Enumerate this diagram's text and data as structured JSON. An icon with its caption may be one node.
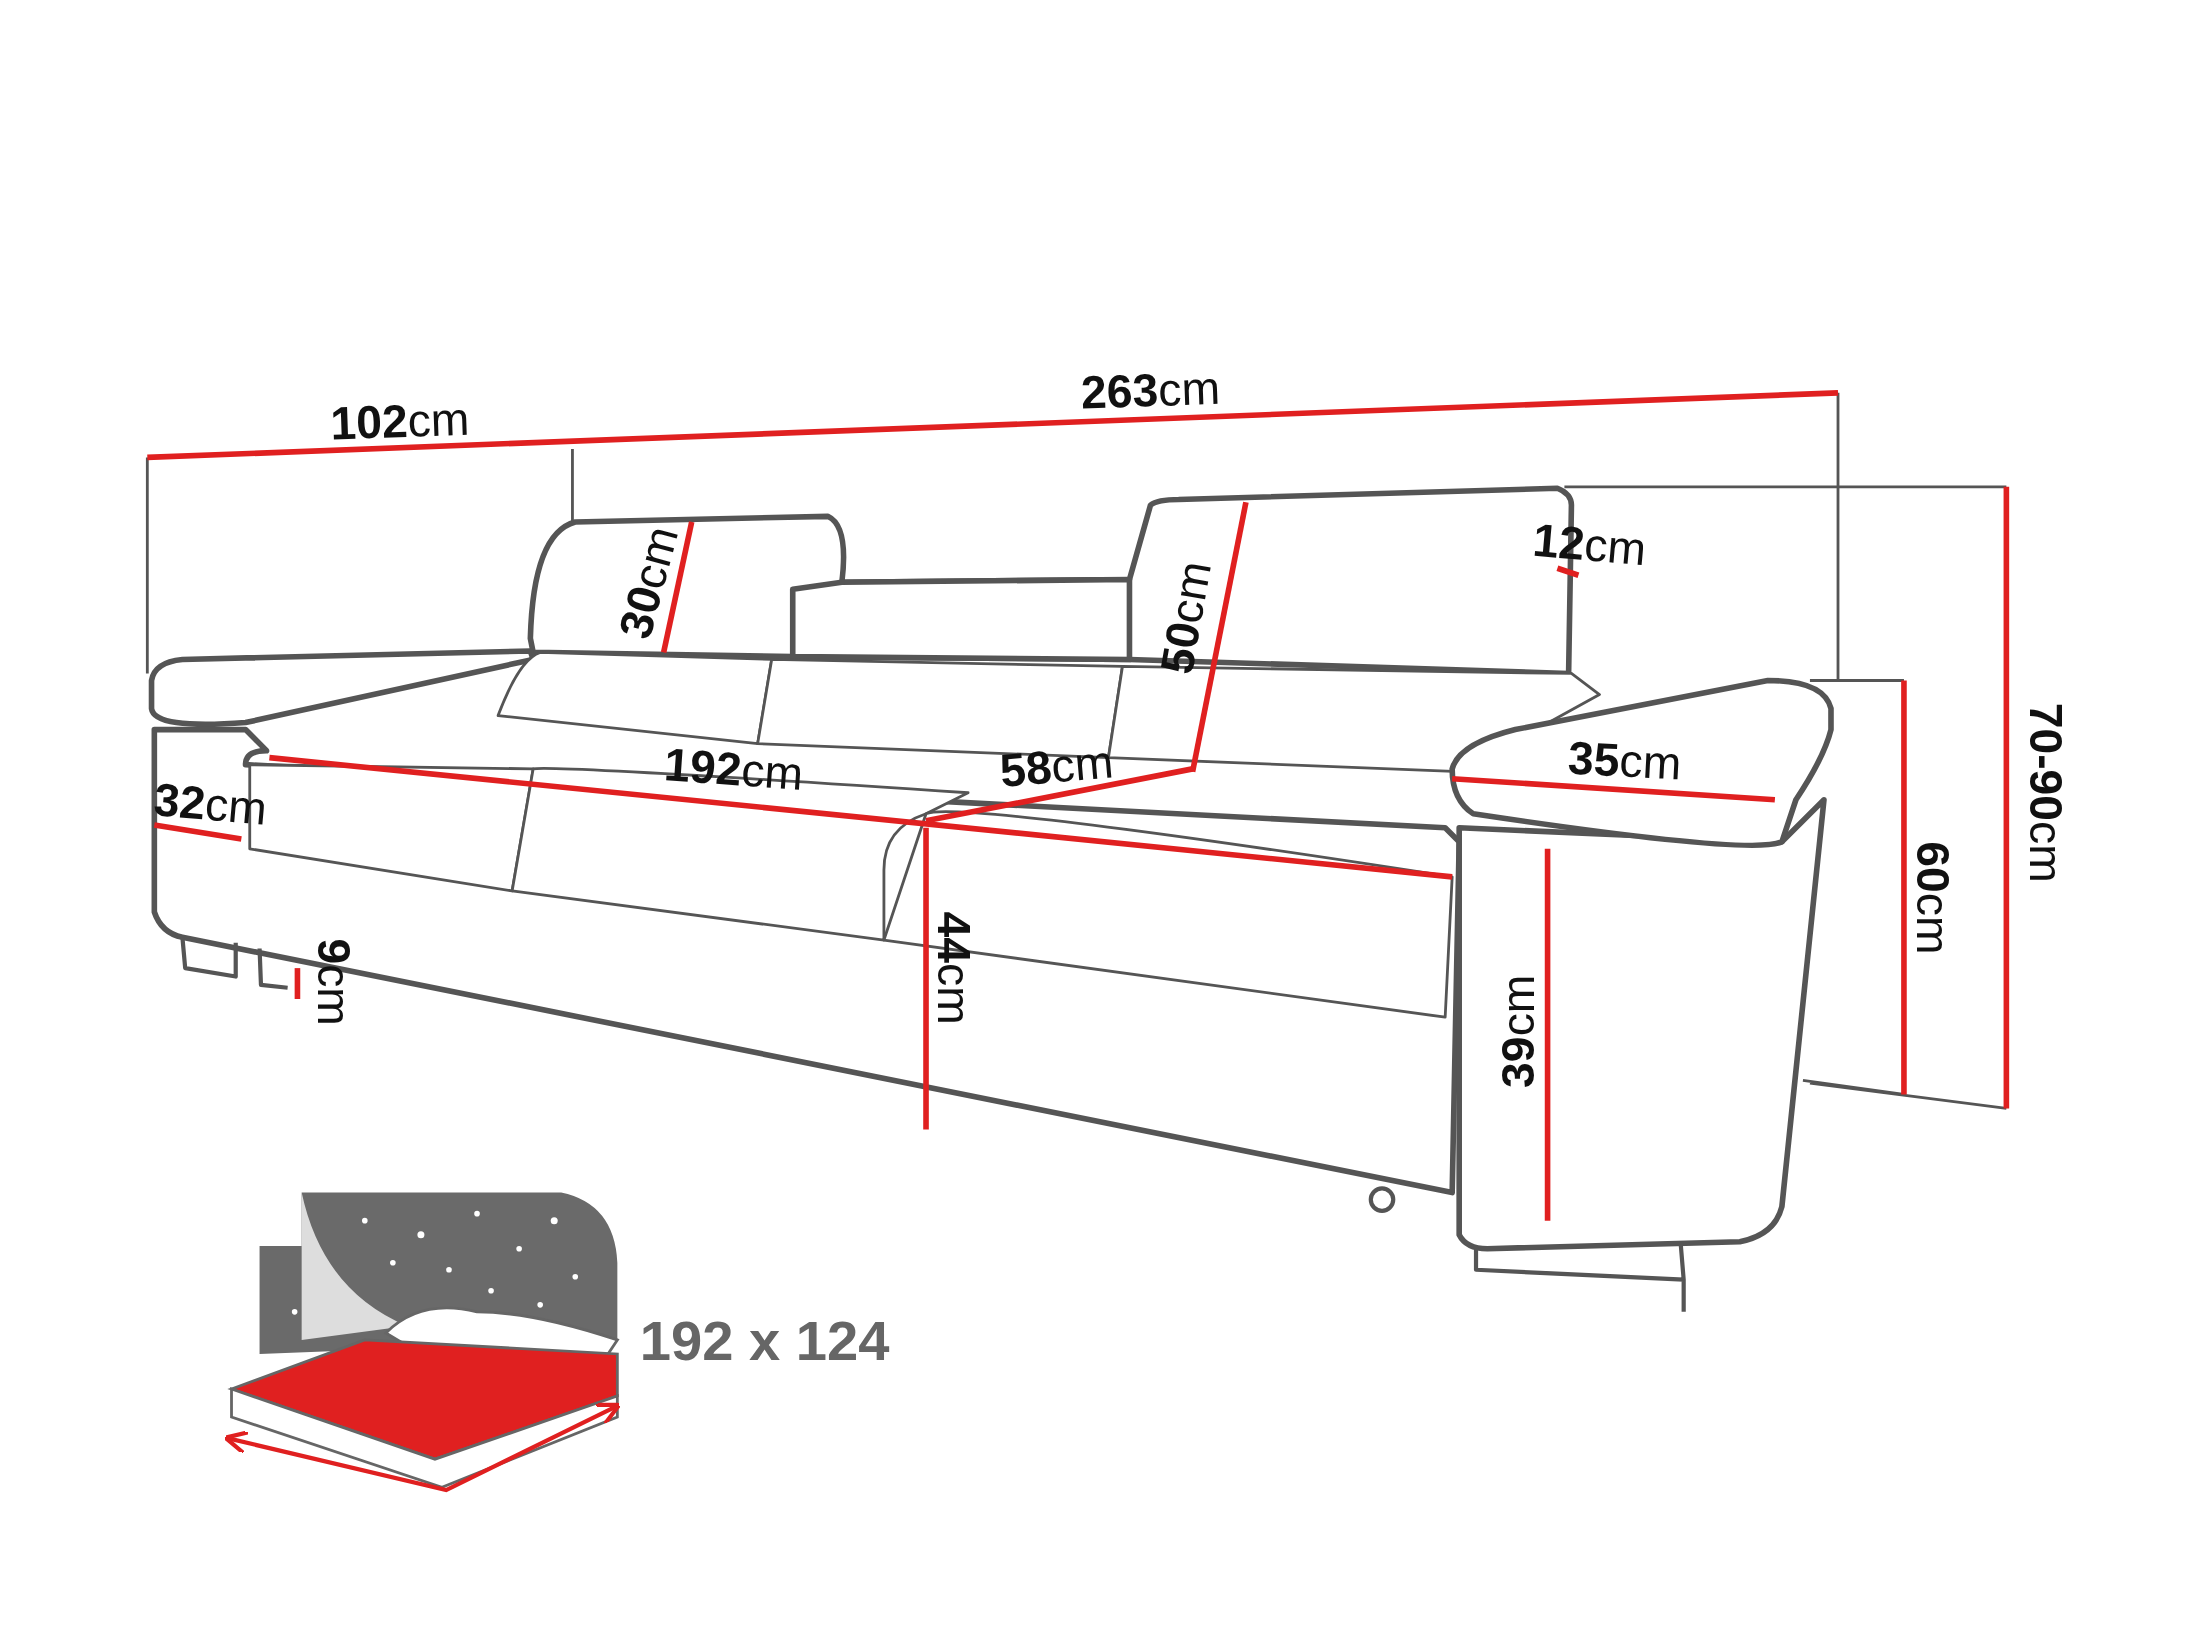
{
  "diagram": {
    "labels": [
      "**102**cm",
      "**263**cm",
      "**30**cm",
      "**50**cm",
      "**12**cm",
      "**32**cm",
      "**192**cm",
      "**58**cm",
      "**35**cm",
      "**9**cm",
      "**44**cm",
      "**39**cm",
      "**60**cm",
      "**70-90**cm",
      "192 x 124"
    ]
  }
}
